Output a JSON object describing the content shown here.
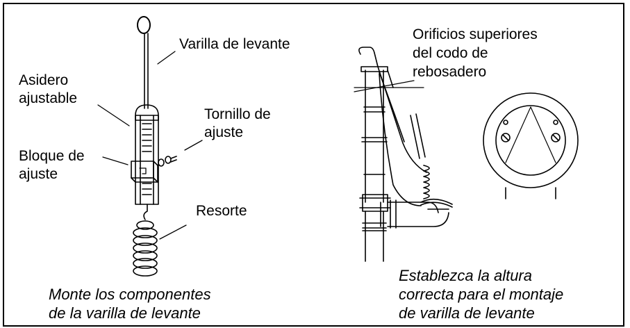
{
  "left_figure": {
    "labels": {
      "lift_rod": "Varilla de levante",
      "adjustable_handle_1": "Asidero",
      "adjustable_handle_2": "ajustable",
      "adjust_screw_1": "Tornillo de",
      "adjust_screw_2": "ajuste",
      "adjust_block_1": "Bloque de",
      "adjust_block_2": "ajuste",
      "spring": "Resorte"
    },
    "caption_1": "Monte los componentes",
    "caption_2": "de la varilla de levante"
  },
  "right_figure": {
    "labels": {
      "holes_1": "Orificios superiores",
      "holes_2": "del codo de",
      "holes_3": "rebosadero"
    },
    "caption_1": "Establezca la altura",
    "caption_2": "correcta para el montaje",
    "caption_3": "de varilla de levante"
  }
}
